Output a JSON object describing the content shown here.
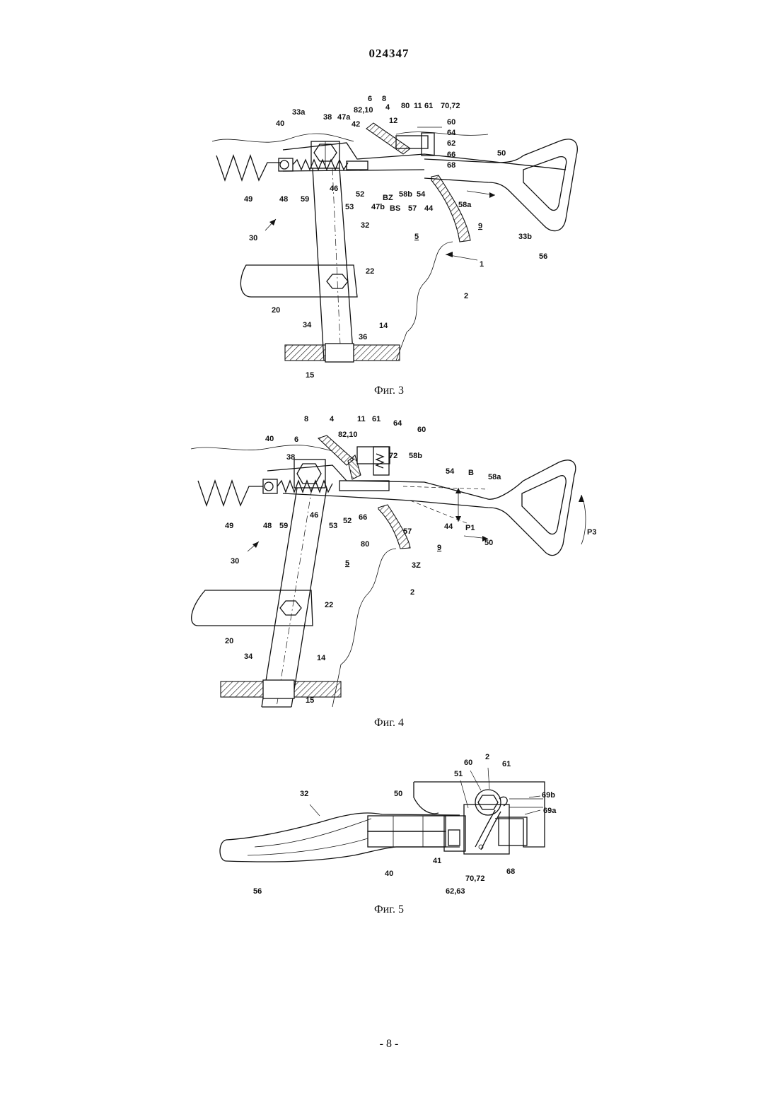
{
  "document_number": "024347",
  "page_number": "- 8 -",
  "figures": [
    {
      "caption": "Фиг. 3",
      "labels": [
        "6",
        "8",
        "82,10",
        "4",
        "80",
        "11",
        "61",
        "70,72",
        "33a",
        "38",
        "47a",
        "42",
        "12",
        "60",
        "64",
        "62",
        "66",
        "68",
        "40",
        "50",
        "49",
        "48",
        "59",
        "46",
        "52",
        "53",
        "47b",
        "BZ",
        "BS",
        "58b",
        "57",
        "54",
        "44",
        "58a",
        "32",
        "30",
        "5",
        "9",
        "33b",
        "56",
        "1",
        "22",
        "20",
        "2",
        "34",
        "36",
        "14",
        "15"
      ]
    },
    {
      "caption": "Фиг. 4",
      "labels": [
        "8",
        "4",
        "11",
        "61",
        "64",
        "60",
        "82,10",
        "6",
        "40",
        "72",
        "38",
        "58b",
        "54",
        "B",
        "58a",
        "49",
        "48",
        "59",
        "46",
        "53",
        "52",
        "66",
        "57",
        "44",
        "P1",
        "50",
        "P3",
        "30",
        "80",
        "3Z",
        "9",
        "5",
        "2",
        "22",
        "20",
        "34",
        "14",
        "15"
      ]
    },
    {
      "caption": "Фиг. 5",
      "labels": [
        "32",
        "2",
        "60",
        "61",
        "51",
        "50",
        "69b",
        "69a",
        "41",
        "40",
        "70,72",
        "68",
        "62,63",
        "56"
      ]
    }
  ]
}
